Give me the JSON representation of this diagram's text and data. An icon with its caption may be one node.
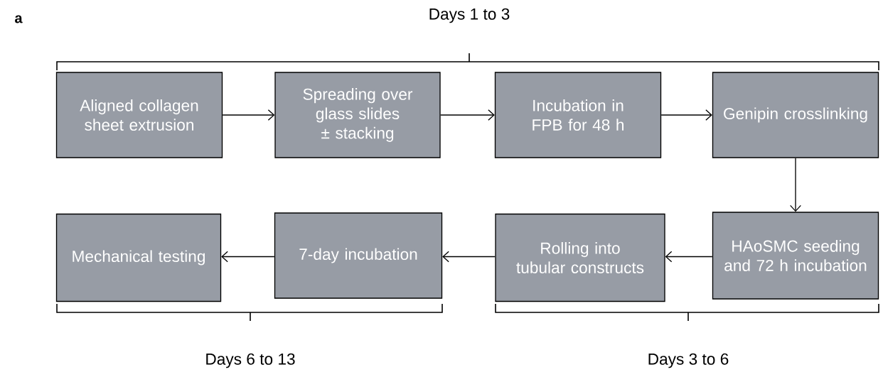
{
  "diagram": {
    "nodes": [
      {
        "text": [
          "Aligned collagen sheet extrusion"
        ]
      },
      {
        "text": [
          "Spreading over glass slides ± stacking"
        ]
      },
      {
        "text": [
          "Incubation in FPB for 48 h"
        ]
      },
      {
        "text": [
          "Genipin crosslinking"
        ]
      },
      {
        "text": [
          "HAoSMC seeding and 72 h incubation"
        ]
      },
      {
        "text": [
          "Rolling into tubular constructs"
        ]
      },
      {
        "text": [
          "7-day incubation"
        ]
      },
      {
        "text": [
          "Mechanical testing"
        ]
      }
    ],
    "edges": [
      {
        "from": 0,
        "to": 1,
        "arrow": "to"
      },
      {
        "from": 1,
        "to": 2,
        "arrow": "to"
      },
      {
        "from": 2,
        "to": 3,
        "arrow": "to"
      },
      {
        "from": 3,
        "to": 4,
        "arrow": "to"
      },
      {
        "from": 4,
        "to": 5,
        "arrow": "to"
      },
      {
        "from": 5,
        "to": 6,
        "arrow": "to"
      },
      {
        "from": 6,
        "to": 7,
        "arrow": "to"
      }
    ],
    "labels": [
      "a",
      "Days 1 to 3",
      "Days 6 to 13",
      "Days 3 to 6"
    ]
  }
}
